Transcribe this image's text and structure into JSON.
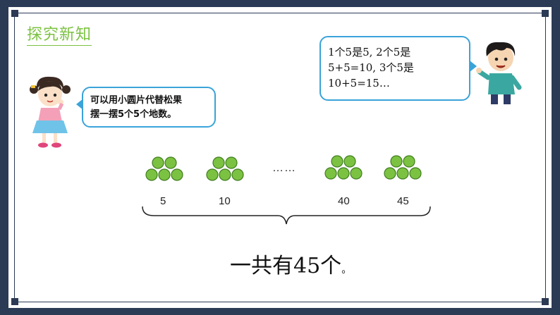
{
  "section_title": "探究新知",
  "girl_speech": [
    "可以用小圆片代替松果",
    "摆一摆5个5个地数。"
  ],
  "boy_speech": [
    "1个5是5, 2个5是",
    "5+5=10, 3个5是",
    "10+5=15…"
  ],
  "groups": [
    {
      "label": "5"
    },
    {
      "label": "10"
    },
    {
      "label": "40"
    },
    {
      "label": "45"
    }
  ],
  "ellipsis": "……",
  "total_text": "一共有45个",
  "total_period": "。",
  "colors": {
    "dot_fill": "#7cc242",
    "dot_stroke": "#3f7d1e",
    "bubble_border": "#3aa3d9",
    "title_green": "#7cc242",
    "frame": "#2b3a55"
  }
}
